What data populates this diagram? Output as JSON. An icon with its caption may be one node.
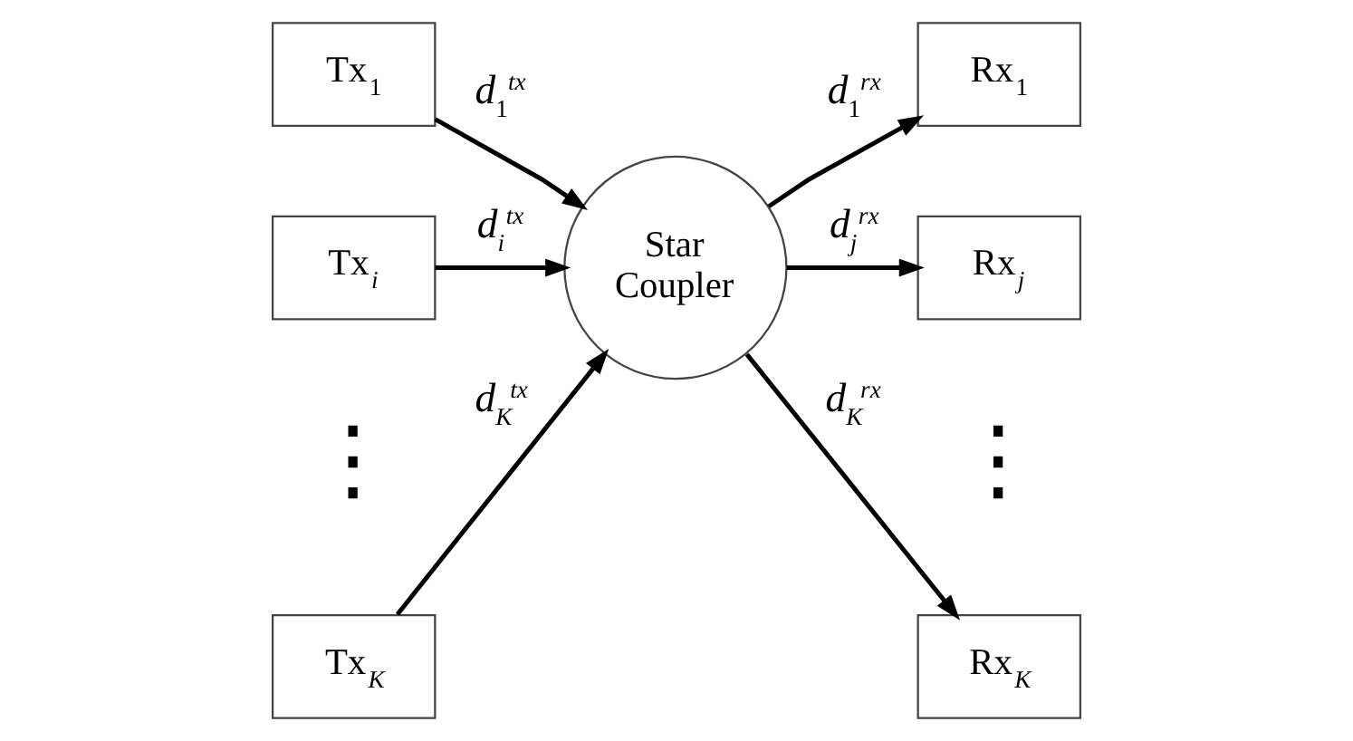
{
  "diagram": {
    "nodes": [
      {
        "text": [
          "Tx$_{1}$"
        ]
      },
      {
        "text": [
          "Tx$_{i}$"
        ]
      },
      {
        "text": [
          "Tx$_{K}$"
        ]
      },
      {
        "text": [
          "Star Coupler"
        ]
      },
      {
        "text": [
          "Rx$_{1}$"
        ]
      },
      {
        "text": [
          "Rx$_{j}$"
        ]
      },
      {
        "text": [
          "Rx$_{K}$"
        ]
      }
    ],
    "edges": [
      {
        "from": 0,
        "to": 3,
        "arrow": "to",
        "label": "*d*$_{1}$$^{tx}$"
      },
      {
        "from": 1,
        "to": 3,
        "arrow": "to",
        "label": "*d*$_{i}$$^{tx}$"
      },
      {
        "from": 2,
        "to": 3,
        "arrow": "to",
        "label": "*d*$_{K}$$^{tx}$"
      },
      {
        "from": 3,
        "to": 4,
        "arrow": "to",
        "label": "*d*$_{1}$$^{rx}$"
      },
      {
        "from": 3,
        "to": 5,
        "arrow": "to",
        "label": "*d*$_{j}$$^{rx}$"
      },
      {
        "from": 3,
        "to": 6,
        "arrow": "to",
        "label": "*d*$_{K}$$^{rx}$"
      }
    ],
    "labels": [
      "⋮",
      "⋮"
    ]
  }
}
